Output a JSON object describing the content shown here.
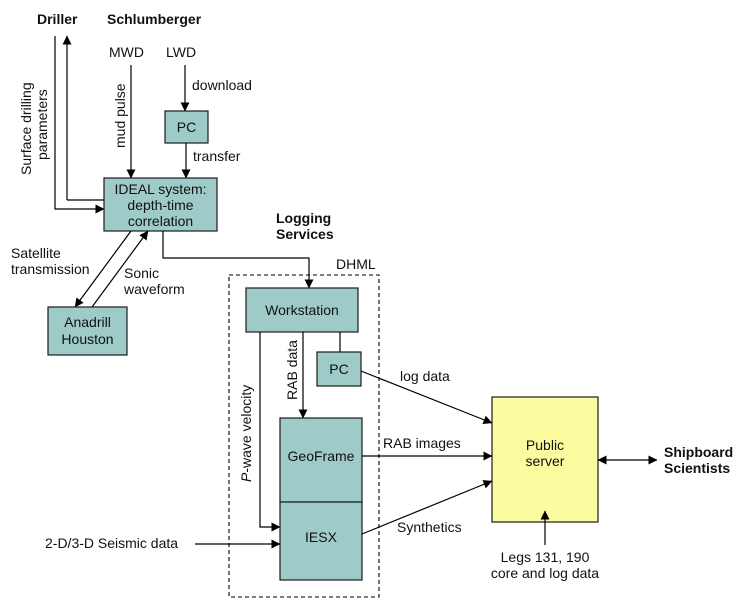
{
  "header": {
    "driller": "Driller",
    "schlumberger": "Schlumberger",
    "mwd": "MWD",
    "lwd": "LWD"
  },
  "labels": {
    "download": "download",
    "mud_pulse": "mud pulse",
    "transfer": "transfer",
    "surface_params_line1": "Surface drilling",
    "surface_params_line2": "parameters",
    "satellite_line1": "Satellite",
    "satellite_line2": "transmission",
    "sonic_line1": "Sonic",
    "sonic_line2": "waveform",
    "logging_services_line1": "Logging",
    "logging_services_line2": "Services",
    "dhml": "DHML",
    "rab_data": "RAB data",
    "pwave_italic": "P",
    "pwave_rest": "-wave velocity",
    "log_data": "log data",
    "rab_images": "RAB images",
    "synthetics": "Synthetics",
    "seismic": "2-D/3-D Seismic data",
    "legs_line1": "Legs 131, 190",
    "legs_line2": "core and log data",
    "shipboard_line1": "Shipboard",
    "shipboard_line2": "Scientists"
  },
  "boxes": {
    "pc_top": "PC",
    "ideal_line1": "IDEAL system:",
    "ideal_line2": "depth-time",
    "ideal_line3": "correlation",
    "anadrill_line1": "Anadrill",
    "anadrill_line2": "Houston",
    "workstation": "Workstation",
    "pc_inner": "PC",
    "geoframe": "GeoFrame",
    "iesx": "IESX",
    "public_line1": "Public",
    "public_line2": "server"
  },
  "colors": {
    "box_fill": "#9ecbc8",
    "server_fill": "#fbfba0"
  }
}
